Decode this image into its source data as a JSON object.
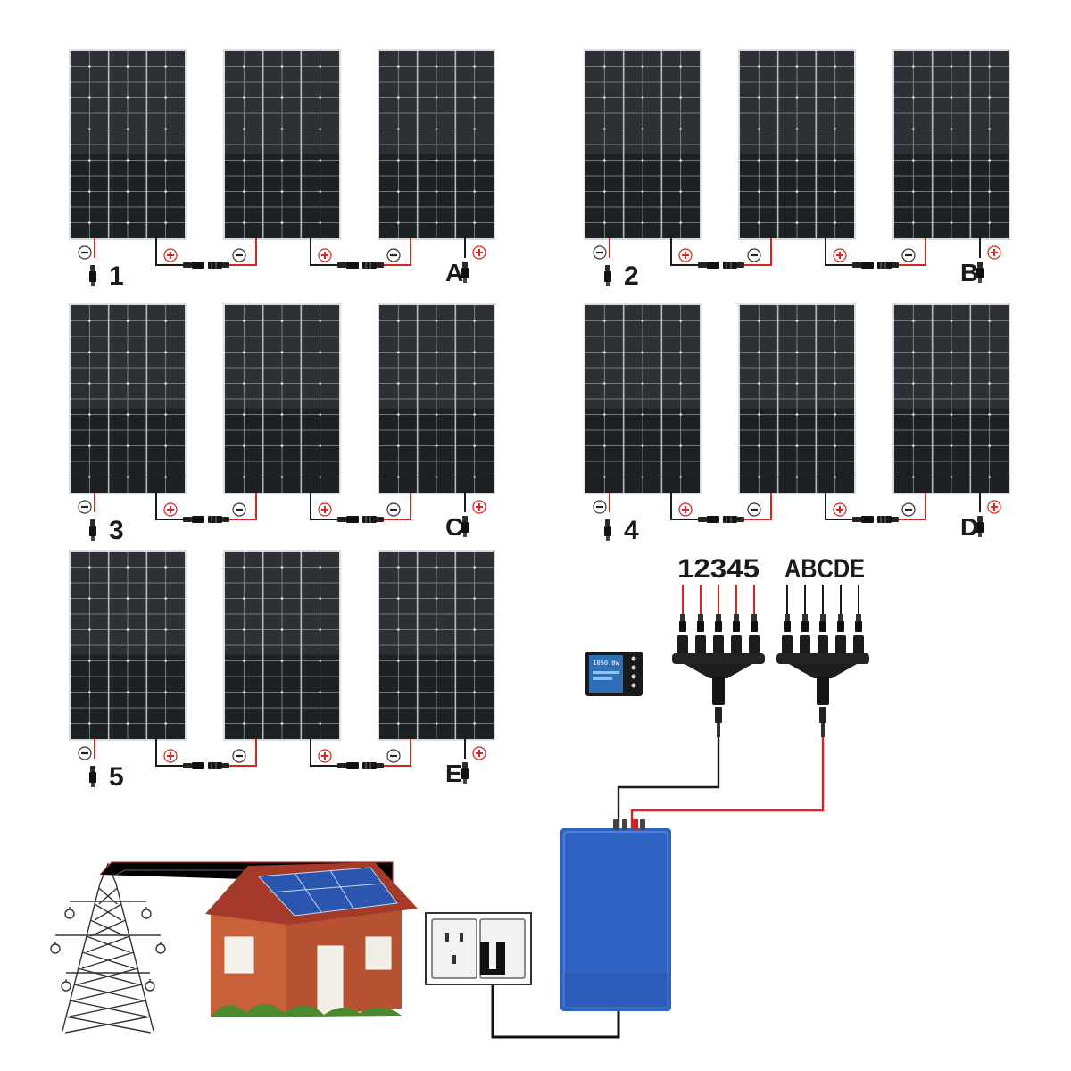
{
  "colors": {
    "panel_cell": "#1e2124",
    "panel_grid": "#8c949b",
    "panel_frame": "#d9dcdf",
    "wire_negative": "#1a1a1a",
    "wire_positive": "#d9251d",
    "inverter_body": "#2e63c4",
    "house_brick": "#c8603a",
    "roof": "#a33a2a"
  },
  "strings": [
    {
      "start_label": "1",
      "end_label": "A"
    },
    {
      "start_label": "2",
      "end_label": "B"
    },
    {
      "start_label": "3",
      "end_label": "C"
    },
    {
      "start_label": "4",
      "end_label": "D"
    },
    {
      "start_label": "5",
      "end_label": "E"
    }
  ],
  "branch_connectors": [
    {
      "name": "negative-combiner",
      "inputs": "12345"
    },
    {
      "name": "positive-combiner",
      "inputs": "ABCDE"
    }
  ],
  "terminal_symbols": {
    "negative": "−",
    "positive": "+"
  },
  "inverter": {
    "display_value": "1050.0w"
  },
  "icons": [
    "transmission-tower-icon",
    "house-icon",
    "wall-outlet-icon",
    "grid-tie-inverter-icon",
    "mc4-connector-icon"
  ]
}
